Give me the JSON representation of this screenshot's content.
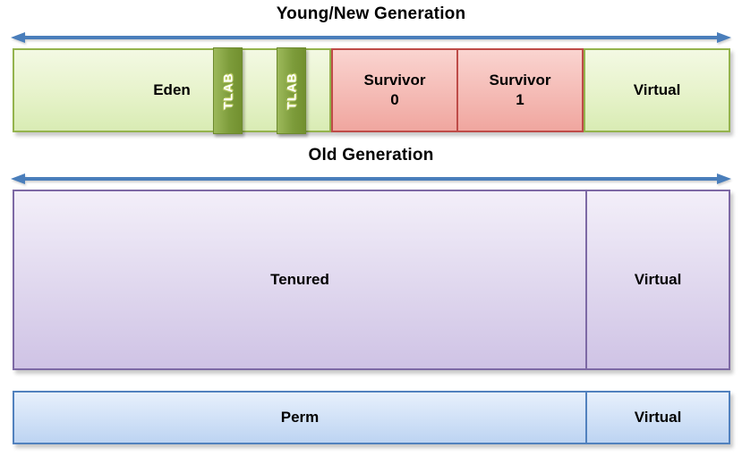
{
  "titles": {
    "young": "Young/New Generation",
    "old": "Old Generation"
  },
  "young_row": {
    "eden_label": "Eden",
    "tlab_labels": [
      "TLAB",
      "TLAB"
    ],
    "survivor0": {
      "line1": "Survivor",
      "line2": "0"
    },
    "survivor1": {
      "line1": "Survivor",
      "line2": "1"
    },
    "virtual_label": "Virtual"
  },
  "old_row": {
    "tenured_label": "Tenured",
    "virtual_label": "Virtual"
  },
  "perm_row": {
    "perm_label": "Perm",
    "virtual_label": "Virtual"
  },
  "colors": {
    "arrow": "#4a7ebb",
    "text": "#000000",
    "green_border": "#94b34d",
    "green_fill_top": "#f3f9e3",
    "green_fill_bottom": "#d9ecb4",
    "tlab_fill_light": "#9db95b",
    "tlab_fill_dark": "#72902f",
    "red_border": "#be4b48",
    "red_fill_top": "#fad4d0",
    "red_fill_bottom": "#f0a69f",
    "purple_border": "#7d69a5",
    "purple_fill_top": "#f3eff9",
    "purple_fill_bottom": "#cfc3e5",
    "blue_border": "#5181be",
    "blue_fill_top": "#e7f0fc",
    "blue_fill_bottom": "#bdd4f2"
  }
}
